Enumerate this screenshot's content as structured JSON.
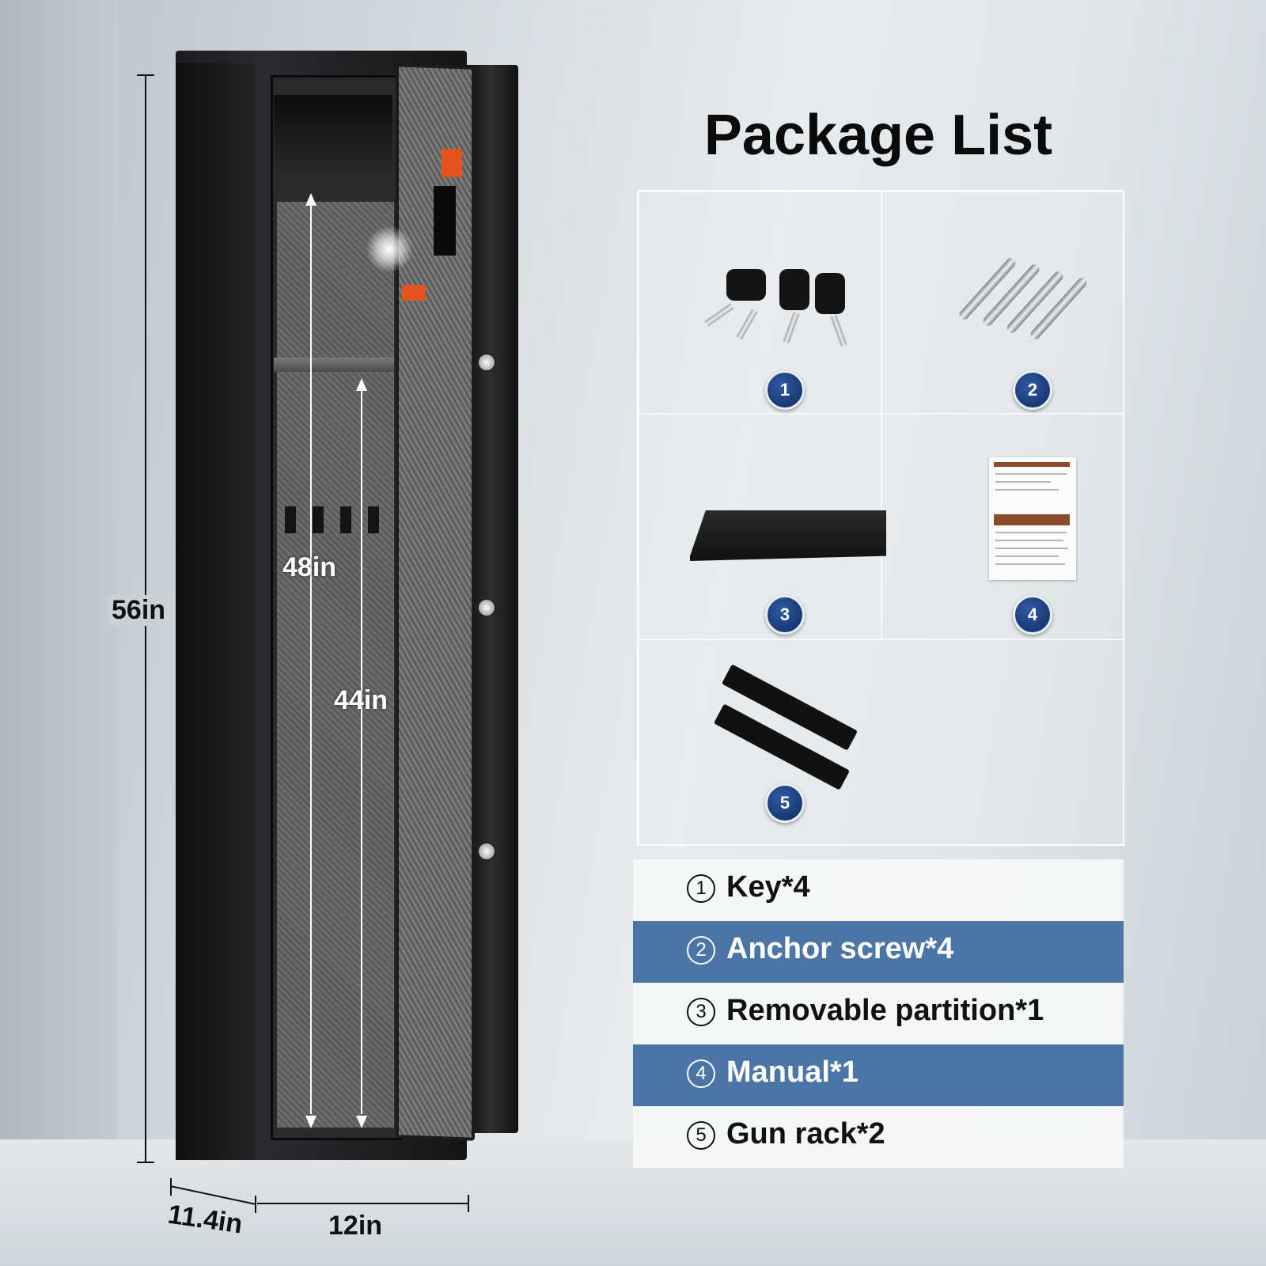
{
  "dimensions": {
    "height": "56in",
    "inner_height_top": "48in",
    "inner_height_bottom": "44in",
    "depth": "11.4in",
    "width": "12in"
  },
  "package": {
    "title": "Package List",
    "items": [
      {
        "number": "1",
        "circled": "①",
        "label": "Key*4",
        "icon": "keys-icon"
      },
      {
        "number": "2",
        "circled": "②",
        "label": "Anchor screw*4",
        "icon": "anchor-screws-icon"
      },
      {
        "number": "3",
        "circled": "③",
        "label": "Removable partition*1",
        "icon": "partition-icon"
      },
      {
        "number": "4",
        "circled": "④",
        "label": "Manual*1",
        "icon": "manual-icon"
      },
      {
        "number": "5",
        "circled": "⑤",
        "label": "Gun rack*2",
        "icon": "gun-rack-icon"
      }
    ]
  },
  "colors": {
    "badge_blue": "#1b3f7d",
    "row_blue": "#4c75a7"
  }
}
